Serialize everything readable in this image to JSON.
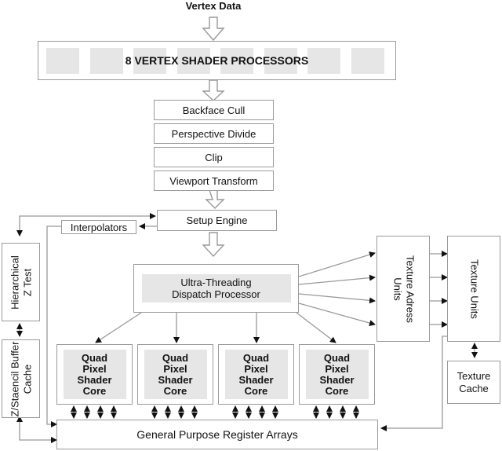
{
  "title": "Vertex Data",
  "vertex_shaders": {
    "label": "8 VERTEX SHADER PROCESSORS",
    "count": 8
  },
  "pipeline_stages": [
    "Backface Cull",
    "Perspective Divide",
    "Clip",
    "Viewport Transform"
  ],
  "setup_engine": "Setup Engine",
  "interpolators": "Interpolators",
  "dispatch": {
    "line1": "Ultra-Threading",
    "line2": "Dispatch Processor"
  },
  "hierarchical_z": {
    "line1": "Hierarchical",
    "line2": "Z Test"
  },
  "zstencil": {
    "line1": "Z/Staencil Buffer",
    "line2": "Cache"
  },
  "texture_address": {
    "line1": "Texture Adress",
    "line2": "Units"
  },
  "texture_units": "Texture Units",
  "texture_cache": {
    "line1": "Texture",
    "line2": "Cache"
  },
  "shader_cores": [
    {
      "l1": "Quad",
      "l2": "Pixel",
      "l3": "Shader",
      "l4": "Core"
    },
    {
      "l1": "Quad",
      "l2": "Pixel",
      "l3": "Shader",
      "l4": "Core"
    },
    {
      "l1": "Quad",
      "l2": "Pixel",
      "l3": "Shader",
      "l4": "Core"
    },
    {
      "l1": "Quad",
      "l2": "Pixel",
      "l3": "Shader",
      "l4": "Core"
    }
  ],
  "register_arrays": "General Purpose Register Arrays"
}
